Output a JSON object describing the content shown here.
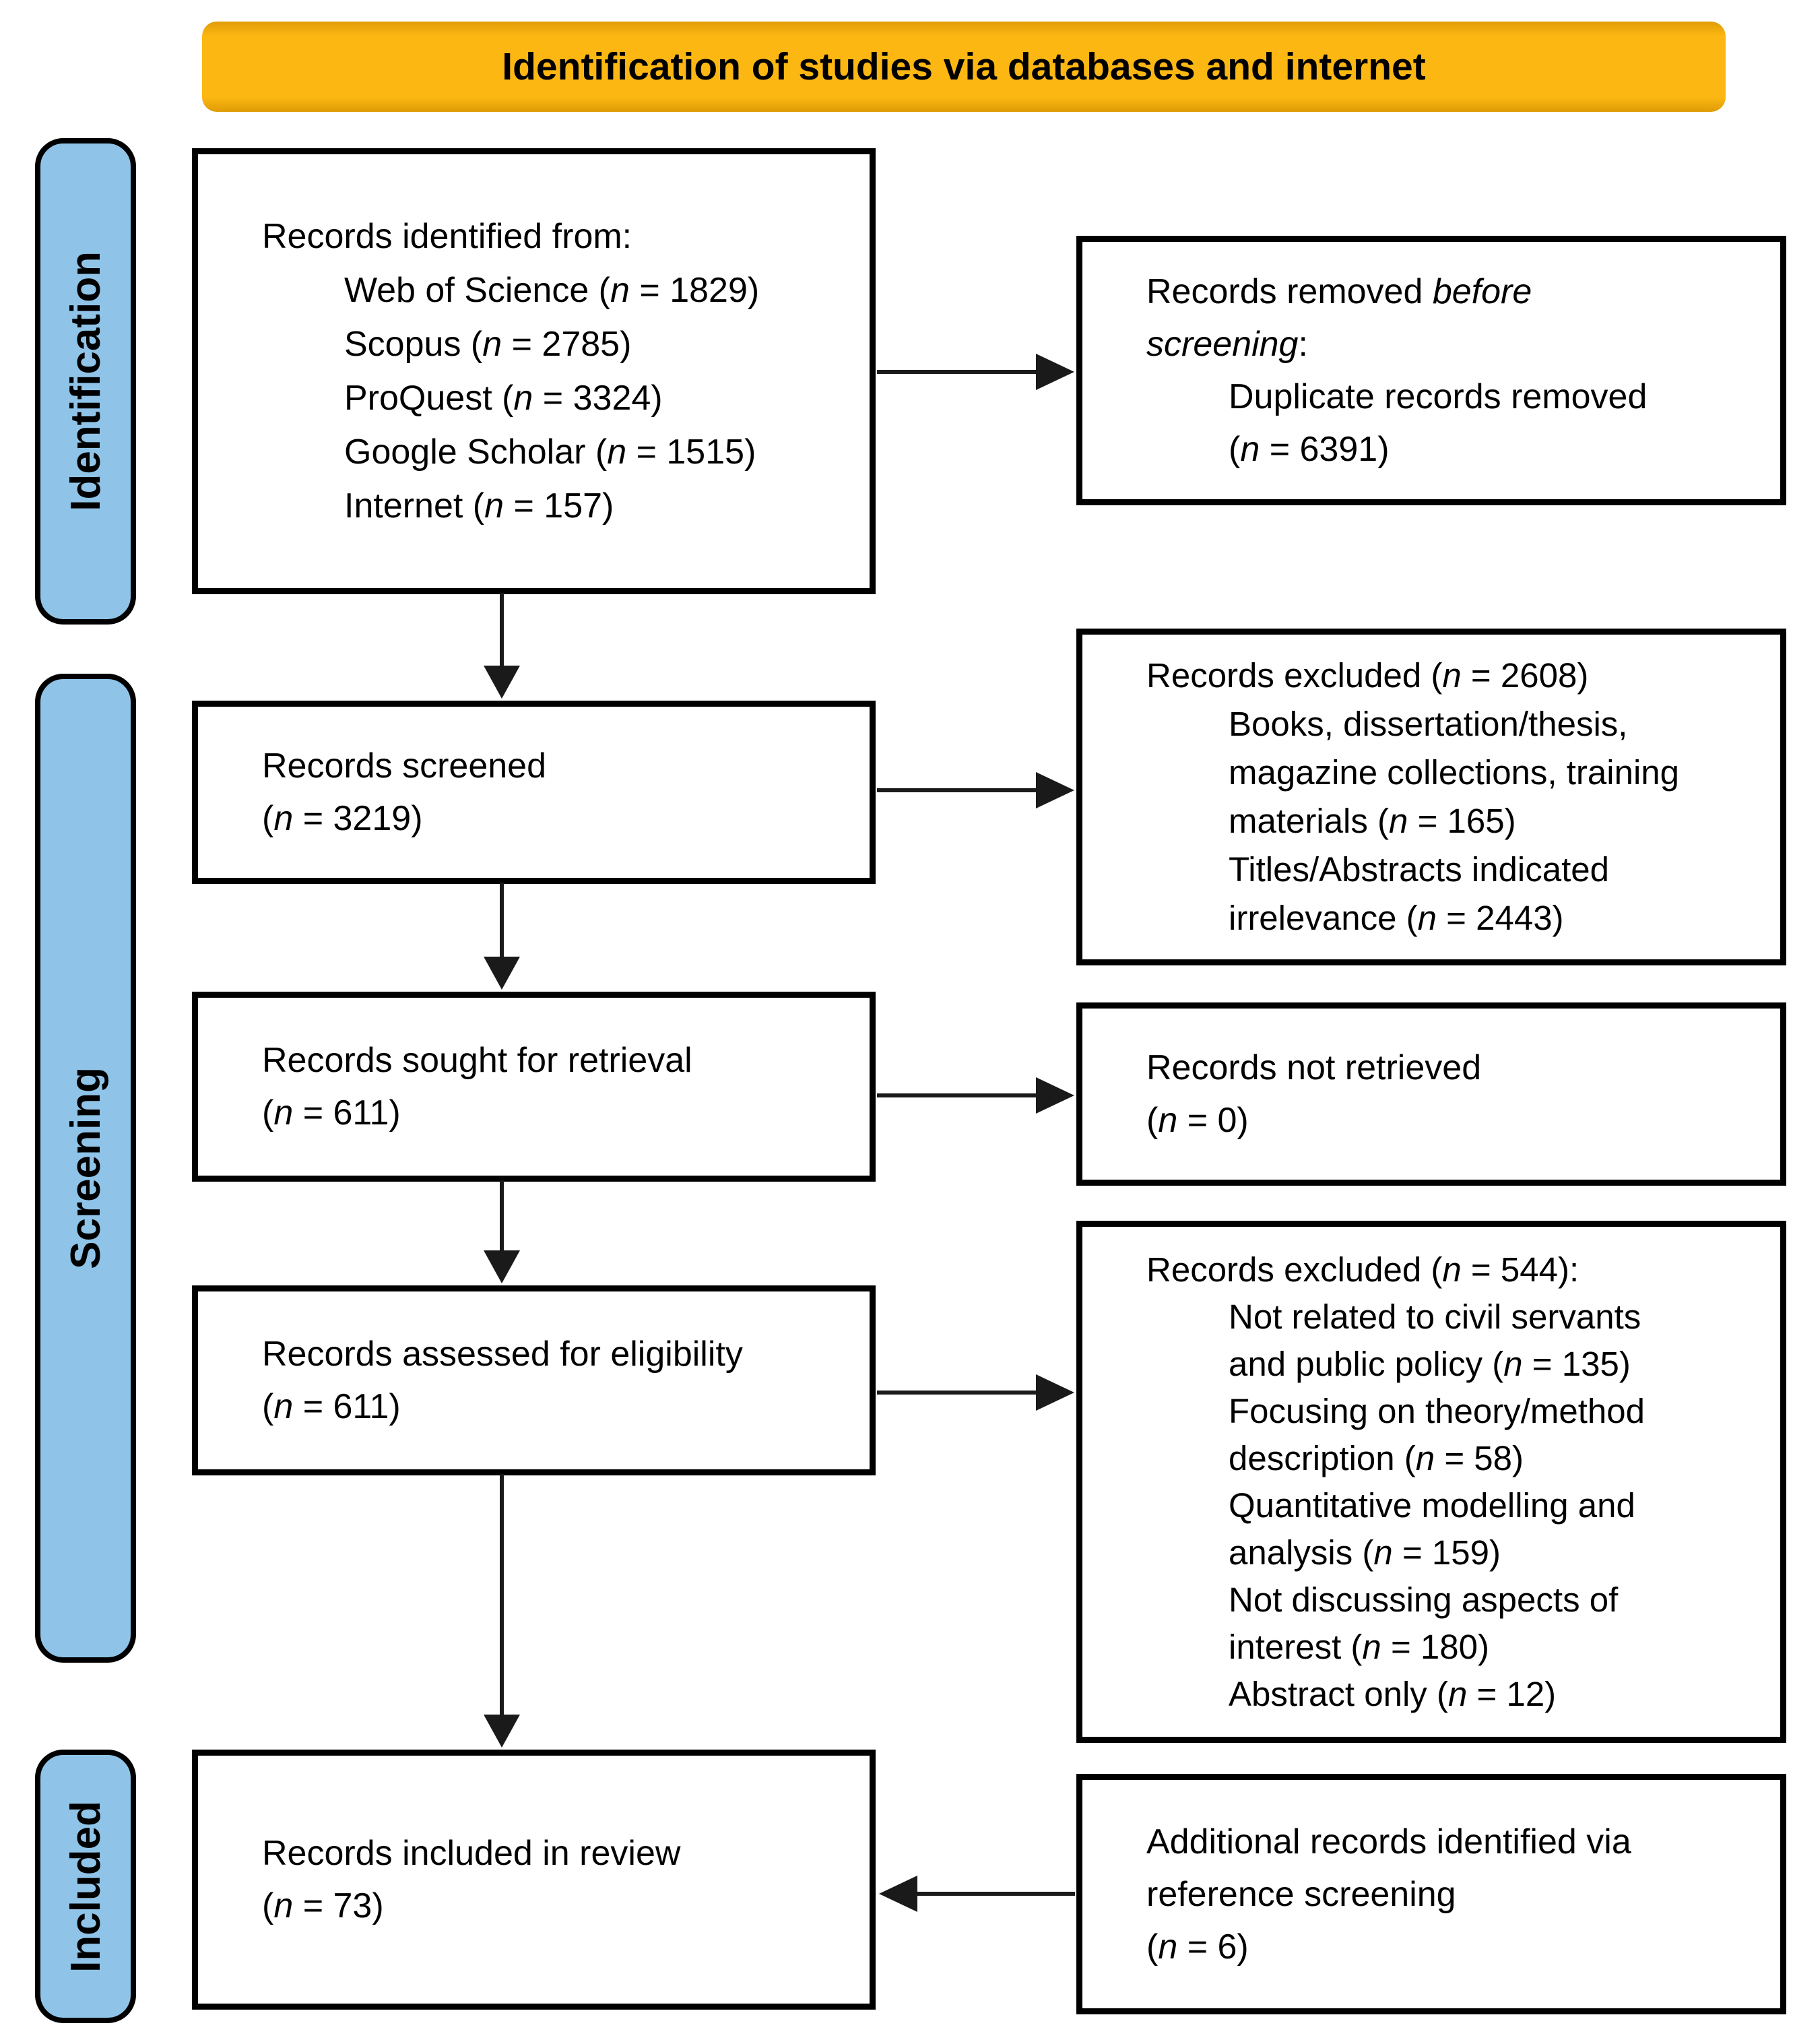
{
  "title": "Identification of studies via databases and internet",
  "colors": {
    "banner": "#fcb712",
    "banner_edge": "#df9b06",
    "stage": "#8fc4e8",
    "box_border": "#000000",
    "text": "#000000"
  },
  "stages": {
    "identification": "Identification",
    "screening": "Screening",
    "included": "Included"
  },
  "boxes": {
    "identified": {
      "lines": [
        {
          "indent": false,
          "segs": [
            {
              "t": "Records identified from:"
            }
          ]
        },
        {
          "indent": true,
          "segs": [
            {
              "t": "Web of Science ("
            },
            {
              "t": "n",
              "i": true
            },
            {
              "t": " = 1829)"
            }
          ]
        },
        {
          "indent": true,
          "segs": [
            {
              "t": "Scopus ("
            },
            {
              "t": "n",
              "i": true
            },
            {
              "t": " = 2785)"
            }
          ]
        },
        {
          "indent": true,
          "segs": [
            {
              "t": "ProQuest ("
            },
            {
              "t": "n",
              "i": true
            },
            {
              "t": " = 3324)"
            }
          ]
        },
        {
          "indent": true,
          "segs": [
            {
              "t": "Google Scholar ("
            },
            {
              "t": "n",
              "i": true
            },
            {
              "t": " = 1515)"
            }
          ]
        },
        {
          "indent": true,
          "segs": [
            {
              "t": "Internet ("
            },
            {
              "t": "n",
              "i": true
            },
            {
              "t": " = 157)"
            }
          ]
        }
      ]
    },
    "removed_before_screening": {
      "lines": [
        {
          "indent": false,
          "segs": [
            {
              "t": "Records removed "
            },
            {
              "t": "before",
              "i": true
            }
          ]
        },
        {
          "indent": false,
          "segs": [
            {
              "t": "screening",
              "i": true
            },
            {
              "t": ":"
            }
          ]
        },
        {
          "indent": true,
          "segs": [
            {
              "t": "Duplicate records removed"
            }
          ]
        },
        {
          "indent": true,
          "segs": [
            {
              "t": "("
            },
            {
              "t": "n",
              "i": true
            },
            {
              "t": " = 6391)"
            }
          ]
        }
      ]
    },
    "screened": {
      "lines": [
        {
          "indent": false,
          "segs": [
            {
              "t": "Records screened"
            }
          ]
        },
        {
          "indent": false,
          "segs": [
            {
              "t": "("
            },
            {
              "t": "n",
              "i": true
            },
            {
              "t": " = 3219)"
            }
          ]
        }
      ]
    },
    "excluded_screening": {
      "lines": [
        {
          "indent": false,
          "segs": [
            {
              "t": "Records excluded ("
            },
            {
              "t": "n",
              "i": true
            },
            {
              "t": " = 2608)"
            }
          ]
        },
        {
          "indent": true,
          "segs": [
            {
              "t": "Books, dissertation/thesis,"
            }
          ]
        },
        {
          "indent": true,
          "segs": [
            {
              "t": "magazine collections, training"
            }
          ]
        },
        {
          "indent": true,
          "segs": [
            {
              "t": "materials ("
            },
            {
              "t": "n",
              "i": true
            },
            {
              "t": " = 165)"
            }
          ]
        },
        {
          "indent": true,
          "segs": [
            {
              "t": "Titles/Abstracts indicated"
            }
          ]
        },
        {
          "indent": true,
          "segs": [
            {
              "t": "irrelevance ("
            },
            {
              "t": "n",
              "i": true
            },
            {
              "t": " = 2443)"
            }
          ]
        }
      ]
    },
    "sought": {
      "lines": [
        {
          "indent": false,
          "segs": [
            {
              "t": "Records sought for retrieval"
            }
          ]
        },
        {
          "indent": false,
          "segs": [
            {
              "t": "("
            },
            {
              "t": "n",
              "i": true
            },
            {
              "t": " = 611)"
            }
          ]
        }
      ]
    },
    "not_retrieved": {
      "lines": [
        {
          "indent": false,
          "segs": [
            {
              "t": "Records not retrieved"
            }
          ]
        },
        {
          "indent": false,
          "segs": [
            {
              "t": "("
            },
            {
              "t": "n",
              "i": true
            },
            {
              "t": " = 0)"
            }
          ]
        }
      ]
    },
    "assessed": {
      "lines": [
        {
          "indent": false,
          "segs": [
            {
              "t": "Records assessed for eligibility"
            }
          ]
        },
        {
          "indent": false,
          "segs": [
            {
              "t": "("
            },
            {
              "t": "n",
              "i": true
            },
            {
              "t": " = 611)"
            }
          ]
        }
      ]
    },
    "excluded_eligibility": {
      "lines": [
        {
          "indent": false,
          "segs": [
            {
              "t": "Records excluded ("
            },
            {
              "t": "n",
              "i": true
            },
            {
              "t": " = 544):"
            }
          ]
        },
        {
          "indent": true,
          "segs": [
            {
              "t": "Not related to civil servants"
            }
          ]
        },
        {
          "indent": true,
          "segs": [
            {
              "t": "and public policy ("
            },
            {
              "t": "n",
              "i": true
            },
            {
              "t": " = 135)"
            }
          ]
        },
        {
          "indent": true,
          "segs": [
            {
              "t": "Focusing on theory/method"
            }
          ]
        },
        {
          "indent": true,
          "segs": [
            {
              "t": "description ("
            },
            {
              "t": "n",
              "i": true
            },
            {
              "t": " = 58)"
            }
          ]
        },
        {
          "indent": true,
          "segs": [
            {
              "t": "Quantitative modelling and"
            }
          ]
        },
        {
          "indent": true,
          "segs": [
            {
              "t": "analysis ("
            },
            {
              "t": "n",
              "i": true
            },
            {
              "t": " = 159)"
            }
          ]
        },
        {
          "indent": true,
          "segs": [
            {
              "t": "Not discussing aspects of"
            }
          ]
        },
        {
          "indent": true,
          "segs": [
            {
              "t": "interest ("
            },
            {
              "t": "n",
              "i": true
            },
            {
              "t": " = 180)"
            }
          ]
        },
        {
          "indent": true,
          "segs": [
            {
              "t": "Abstract only ("
            },
            {
              "t": "n",
              "i": true
            },
            {
              "t": " = 12)"
            }
          ]
        }
      ]
    },
    "included_review": {
      "lines": [
        {
          "indent": false,
          "segs": [
            {
              "t": "Records included in review"
            }
          ]
        },
        {
          "indent": false,
          "segs": [
            {
              "t": "("
            },
            {
              "t": "n",
              "i": true
            },
            {
              "t": " = 73)"
            }
          ]
        }
      ]
    },
    "additional_reference": {
      "lines": [
        {
          "indent": false,
          "segs": [
            {
              "t": "Additional records identified via"
            }
          ]
        },
        {
          "indent": false,
          "segs": [
            {
              "t": "reference screening"
            }
          ]
        },
        {
          "indent": false,
          "segs": [
            {
              "t": "("
            },
            {
              "t": "n",
              "i": true
            },
            {
              "t": " = 6)"
            }
          ]
        }
      ]
    }
  }
}
